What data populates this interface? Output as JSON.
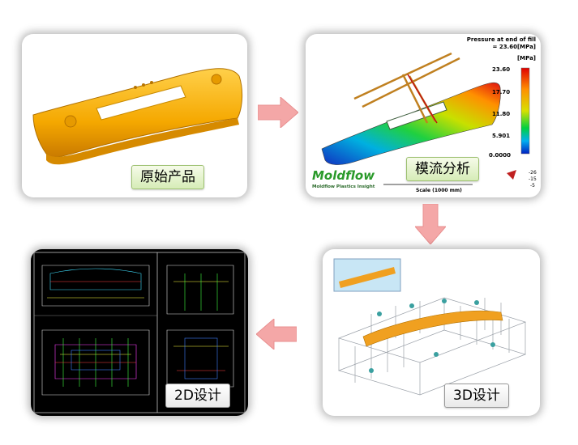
{
  "steps": {
    "original_product": {
      "label": "原始产品"
    },
    "flow_analysis": {
      "label": "模流分析",
      "legend_title_1": "Pressure at end of fill",
      "legend_title_2": "= 23.60[MPa]",
      "legend_unit": "[MPa]",
      "legend_values": [
        "23.60",
        "17.70",
        "11.80",
        "5.901",
        "0.0000"
      ],
      "brand": "Moldflow",
      "brand_sub": "Moldflow Plastics Insight",
      "scale_label": "Scale (1000 mm)",
      "axis_values": [
        "-26",
        "-15",
        "-5"
      ]
    },
    "design_3d": {
      "label": "3D设计"
    },
    "design_2d": {
      "label": "2D设计"
    }
  },
  "colors": {
    "arrow": "#f4a7a7",
    "bumper": "#f5a800",
    "caption_bg": "#d6ecb7"
  }
}
